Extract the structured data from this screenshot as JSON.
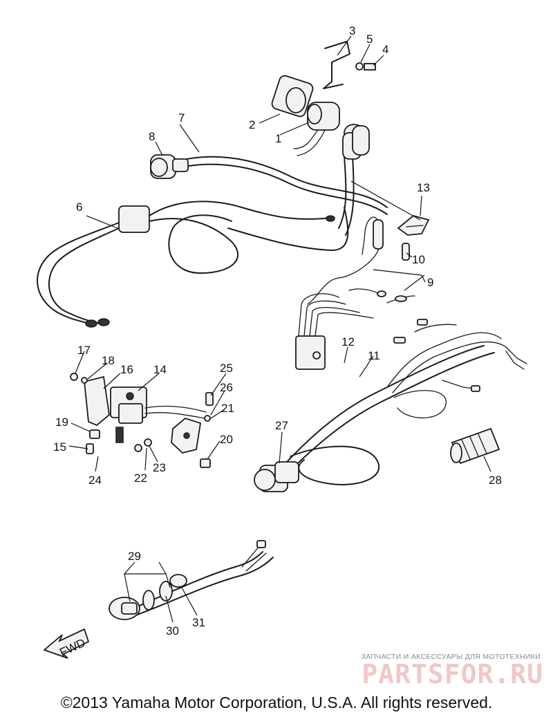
{
  "diagram": {
    "callouts": [
      "1",
      "2",
      "3",
      "4",
      "5",
      "6",
      "7",
      "8",
      "9",
      "10",
      "11",
      "12",
      "13",
      "14",
      "15",
      "16",
      "17",
      "18",
      "19",
      "20",
      "21",
      "22",
      "23",
      "24",
      "25",
      "26",
      "27",
      "28",
      "29",
      "30",
      "31"
    ],
    "direction_label": "FWD"
  },
  "watermark": {
    "tagline": "ЗАПЧАСТИ И АКСЕССУАРЫ ДЛЯ МОТОТЕХНИКИ",
    "logo": "PARTSFOR.RU"
  },
  "footer": {
    "copyright": "©2013 Yamaha Motor Corporation, U.S.A. All rights reserved."
  }
}
